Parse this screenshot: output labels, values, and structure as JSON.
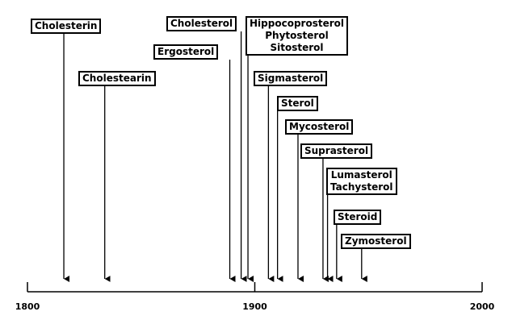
{
  "timeline": {
    "axis": {
      "min": 1800,
      "max": 2000,
      "ticks": [
        1800,
        1900,
        2000
      ]
    },
    "events": [
      {
        "id": "cholesterin",
        "lines": [
          "Cholesterin"
        ],
        "year": 1816
      },
      {
        "id": "cholestearin",
        "lines": [
          "Cholestearin"
        ],
        "year": 1834
      },
      {
        "id": "ergosterol",
        "lines": [
          "Ergosterol"
        ],
        "year": 1889
      },
      {
        "id": "cholesterol",
        "lines": [
          "Cholesterol"
        ],
        "year": 1894
      },
      {
        "id": "hippocoprosterol",
        "lines": [
          "Hippocoprosterol",
          "Phytosterol",
          "Sitosterol"
        ],
        "year": 1897
      },
      {
        "id": "sigmasterol",
        "lines": [
          "Sigmasterol"
        ],
        "year": 1906
      },
      {
        "id": "sterol",
        "lines": [
          "Sterol"
        ],
        "year": 1910
      },
      {
        "id": "mycosterol",
        "lines": [
          "Mycosterol"
        ],
        "year": 1919
      },
      {
        "id": "suprasterol",
        "lines": [
          "Suprasterol"
        ],
        "year": 1930
      },
      {
        "id": "lumasterol",
        "lines": [
          "Lumasterol",
          "Tachysterol"
        ],
        "year": 1932
      },
      {
        "id": "steroid",
        "lines": [
          "Steroid"
        ],
        "year": 1936
      },
      {
        "id": "zymosterol",
        "lines": [
          "Zymosterol"
        ],
        "year": 1947
      }
    ]
  }
}
